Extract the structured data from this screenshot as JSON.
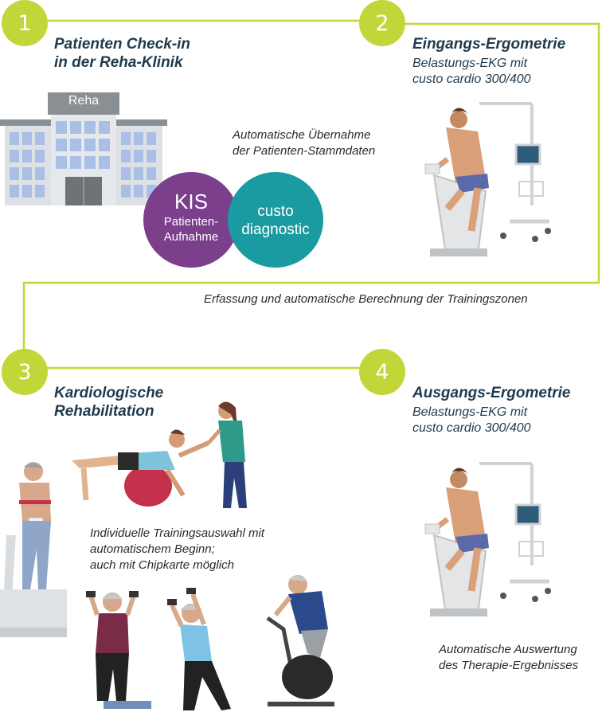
{
  "steps": [
    {
      "number": "1",
      "title_line1": "Patienten Check-in",
      "title_line2": "in der Reha-Klinik"
    },
    {
      "number": "2",
      "title": "Eingangs-Ergometrie",
      "sub_line1": "Belastungs-EKG mit",
      "sub_line2": "custo cardio 300/400"
    },
    {
      "number": "3",
      "title_line1": "Kardiologische",
      "title_line2": "Rehabilitation"
    },
    {
      "number": "4",
      "title": "Ausgangs-Ergometrie",
      "sub_line1": "Belastungs-EKG mit",
      "sub_line2": "custo cardio 300/400"
    }
  ],
  "building_sign": "Reha",
  "kis_bubble": {
    "title": "KIS",
    "line1": "Patienten-",
    "line2": "Aufnahme"
  },
  "custo_bubble": {
    "line1": "custo",
    "line2": "diagnostic"
  },
  "notes": {
    "stammdaten_line1": "Automatische Übernahme",
    "stammdaten_line2": "der Patienten-Stammdaten",
    "trainingszonen": "Erfassung und automatische Berechnung der Trainingszonen",
    "training_line1": "Individuelle Trainingsauswahl mit",
    "training_line2": "automatischem Beginn;",
    "training_line3": "auch mit Chipkarte möglich",
    "auswertung_line1": "Automatische Auswertung",
    "auswertung_line2": "des Therapie-Ergebnisses"
  },
  "colors": {
    "accent": "#c3d639",
    "title": "#1f3a4d",
    "kis": "#7b3f8c",
    "custo": "#1a9ba1"
  }
}
